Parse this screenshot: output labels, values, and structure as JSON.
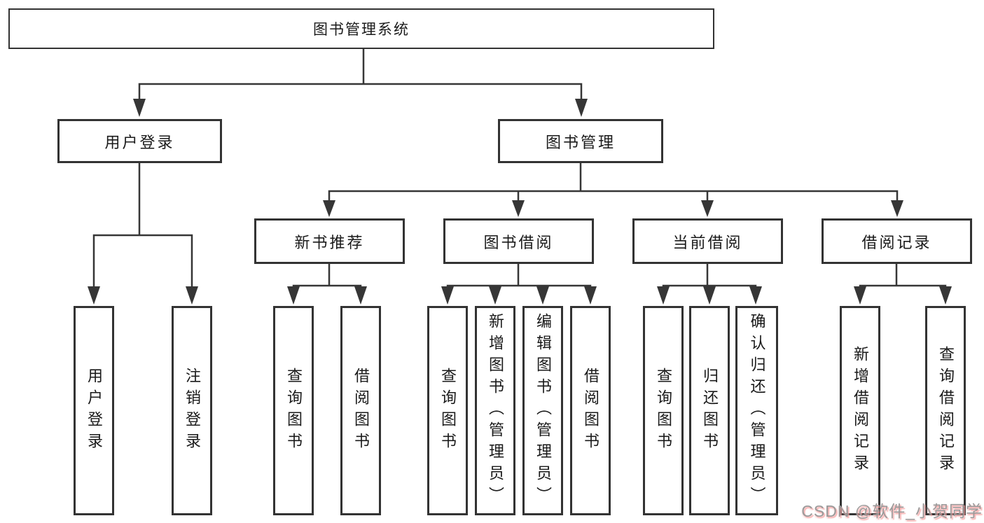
{
  "colors": {
    "background": "#ffffff",
    "line": "#363636",
    "box_border": "#333333",
    "text": "#1a1a1a",
    "watermark_gray": "#9a9a9a",
    "watermark_pink": "#f5a0a0"
  },
  "root": {
    "label": "图书管理系统"
  },
  "branches": {
    "user_login": {
      "label": "用户登录"
    },
    "book_management": {
      "label": "图书管理"
    }
  },
  "modules": {
    "new_book": {
      "label": "新书推荐"
    },
    "book_borrow": {
      "label": "图书借阅"
    },
    "current_borrow": {
      "label": "当前借阅"
    },
    "borrow_records": {
      "label": "借阅记录"
    }
  },
  "leaves": {
    "user_login": {
      "label": "用户登录"
    },
    "logout": {
      "label": "注销登录"
    },
    "nb_query_book": {
      "label": "查询图书"
    },
    "nb_borrow_book": {
      "label": "借阅图书"
    },
    "bb_query_book": {
      "label": "查询图书"
    },
    "bb_add_book": {
      "label": "新增图书（管理员）"
    },
    "bb_edit_book": {
      "label": "编辑图书（管理员）"
    },
    "bb_borrow_book": {
      "label": "借阅图书"
    },
    "cb_query_book": {
      "label": "查询图书"
    },
    "cb_return_book": {
      "label": "归还图书"
    },
    "cb_confirm_return": {
      "label": "确认归还（管理员）"
    },
    "br_add_record": {
      "label": "新增借阅记录"
    },
    "br_query_record": {
      "label": "查询借阅记录"
    }
  },
  "watermark": {
    "text": "CSDN @软件_小贺同学"
  }
}
